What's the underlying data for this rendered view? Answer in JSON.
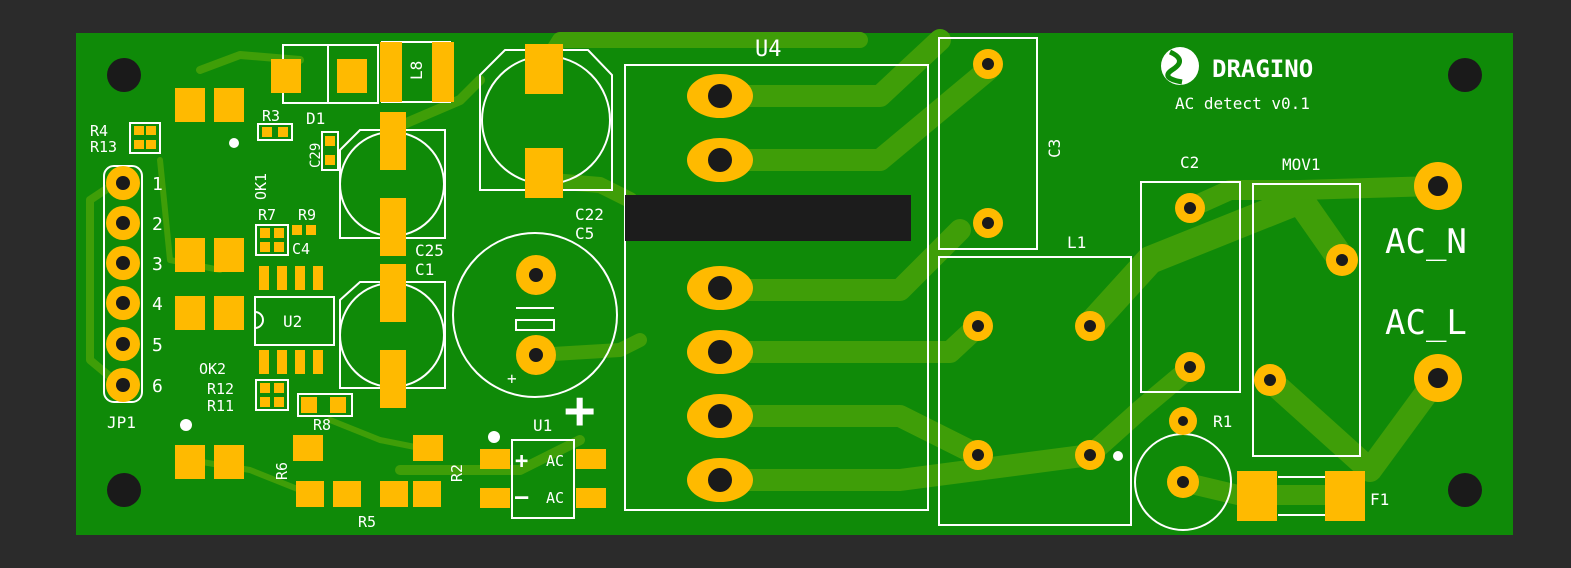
{
  "brand": {
    "name": "DRAGINO",
    "subtitle": "AC detect v0.1"
  },
  "labels": {
    "u4": "U4",
    "c3": "C3",
    "c2": "C2",
    "mov1": "MOV1",
    "l1": "L1",
    "r1": "R1",
    "f1": "F1",
    "ac_n": "AC_N",
    "ac_l": "AC_L",
    "c22": "C22",
    "c5": "C5",
    "c25": "C25",
    "c1": "C1",
    "d1": "D1",
    "l8": "L8",
    "r3": "R3",
    "c29": "C29",
    "ok1": "OK1",
    "r4": "R4",
    "r13": "R13",
    "r7": "R7",
    "r9": "R9",
    "c4": "C4",
    "u2": "U2",
    "ok2": "OK2",
    "r12": "R12",
    "r11": "R11",
    "r8": "R8",
    "r6": "R6",
    "r5": "R5",
    "r2": "R2",
    "u1": "U1",
    "jp1": "JP1",
    "u1_ac1": "AC",
    "u1_ac2": "AC"
  },
  "header_pins": [
    "1",
    "2",
    "3",
    "4",
    "5",
    "6"
  ],
  "colors": {
    "board": "#0f8a08",
    "trace": "#3f9e08",
    "pad": "#ffba00",
    "silk": "#ffffff",
    "background": "#2b2b2b"
  }
}
